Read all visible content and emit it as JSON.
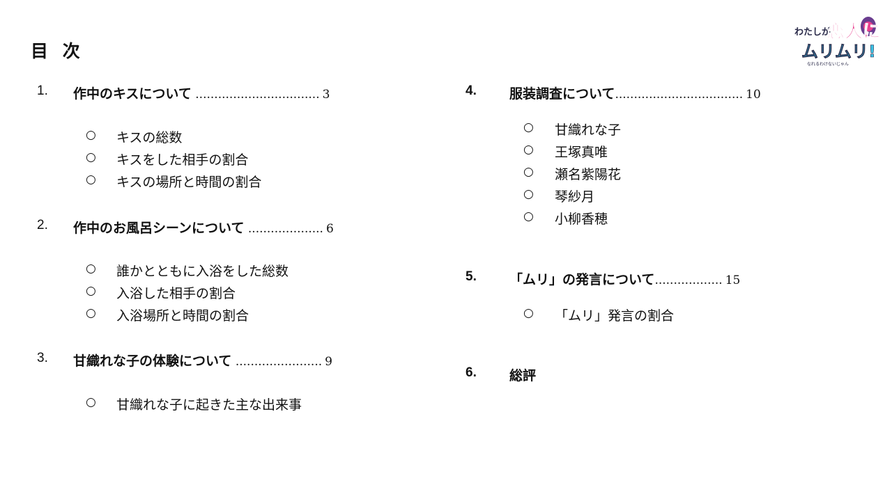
{
  "page": {
    "title": "目 次"
  },
  "logo": {
    "line1": "わたしが",
    "line1b": "恋人に",
    "line2": "ムリムリ!",
    "small": "なれるわけないじゃん",
    "colors": {
      "pink": "#e8418f",
      "cyan": "#3cc3e6",
      "purple": "#6a3d8f",
      "dark": "#2b2b4a"
    }
  },
  "toc": {
    "left": [
      {
        "num": "1.",
        "title": "作中のキスについて",
        "dots": " .................................",
        "page": "3",
        "items": [
          "キスの総数",
          "キスをした相手の割合",
          "キスの場所と時間の割合"
        ]
      },
      {
        "num": "2.",
        "title": "作中のお風呂シーンについて",
        "dots": " ....................",
        "page": "6",
        "items": [
          "誰かとともに入浴をした総数",
          "入浴した相手の割合",
          "入浴場所と時間の割合"
        ]
      },
      {
        "num": "3.",
        "title": "甘織れな子の体験について",
        "dots": " .......................",
        "page": "9",
        "items": [
          "甘織れな子に起きた主な出来事"
        ]
      }
    ],
    "right": [
      {
        "num": "4.",
        "title": "服装調査について",
        "dots": "..................................",
        "page": "10",
        "items": [
          "甘織れな子",
          "王塚真唯",
          "瀬名紫陽花",
          "琴紗月",
          "小柳香穂"
        ]
      },
      {
        "num": "5.",
        "title": "「ムリ」の発言について",
        "dots": "..................",
        "page": "15",
        "items": [
          "「ムリ」発言の割合"
        ]
      },
      {
        "num": "6.",
        "title": "総評",
        "dots": "",
        "page": "",
        "items": []
      }
    ],
    "bullet_symbol": "○"
  }
}
